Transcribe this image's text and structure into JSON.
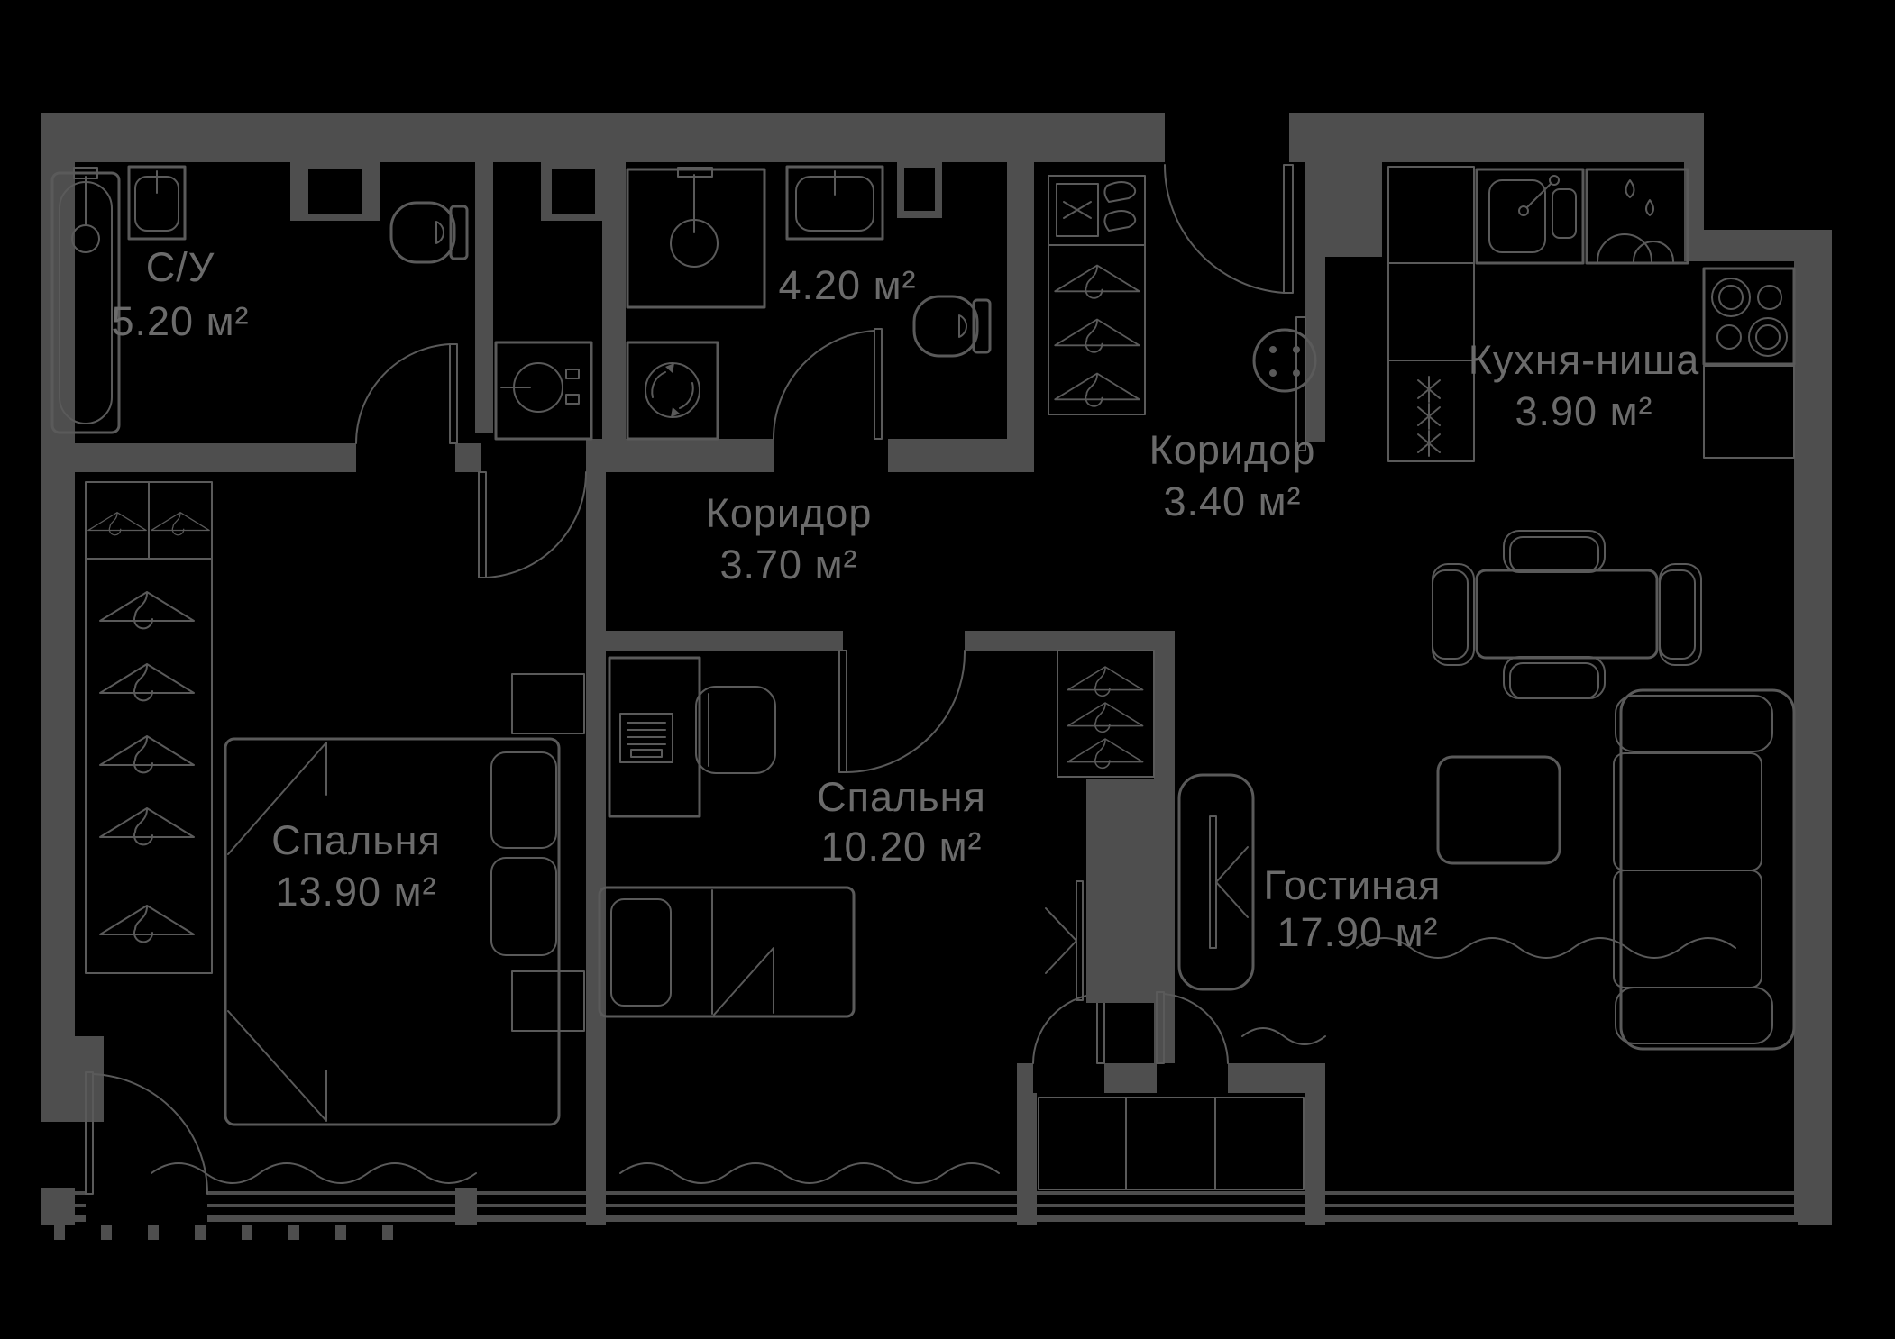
{
  "plan": {
    "type": "apartment-floor-plan",
    "colors": {
      "background": "#000000",
      "walls": "#4e4e4e",
      "furniture_lines": "#5a5a5a",
      "labels": "#6b6b6b"
    }
  },
  "rooms": [
    {
      "id": "bathroom-main",
      "name": "С/У",
      "area": "5.20 м²"
    },
    {
      "id": "bathroom-guest",
      "name": "",
      "area": "4.20 м²"
    },
    {
      "id": "hallway",
      "name": "Коридор",
      "area": "3.40 м²"
    },
    {
      "id": "kitchen-niche",
      "name": "Кухня-ниша",
      "area": "3.90 м²"
    },
    {
      "id": "corridor",
      "name": "Коридор",
      "area": "3.70 м²"
    },
    {
      "id": "bedroom-master",
      "name": "Спальня",
      "area": "13.90 м²"
    },
    {
      "id": "bedroom-second",
      "name": "Спальня",
      "area": "10.20 м²"
    },
    {
      "id": "living-room",
      "name": "Гостиная",
      "area": "17.90 м²"
    }
  ],
  "furniture_icons": [
    "bathtub-icon",
    "sink-icon",
    "toilet-icon",
    "shower-tray-icon",
    "shower-cabin-icon",
    "washing-machine-icon",
    "hanger-icon",
    "hat-box-icon",
    "shoes-icon",
    "round-table-icon",
    "kitchen-sink-icon",
    "dish-drying-icon",
    "water-drops-icon",
    "stove-icon",
    "freezer-icon",
    "dining-table-icon",
    "chair-icon",
    "rug-icon",
    "sofa-icon",
    "tv-icon",
    "double-bed-icon",
    "pillow-icon",
    "nightstand-icon",
    "desk-icon",
    "laptop-icon",
    "single-bed-icon",
    "wardrobe-icon",
    "door-swing-icon",
    "window-icon",
    "curtain-icon"
  ]
}
